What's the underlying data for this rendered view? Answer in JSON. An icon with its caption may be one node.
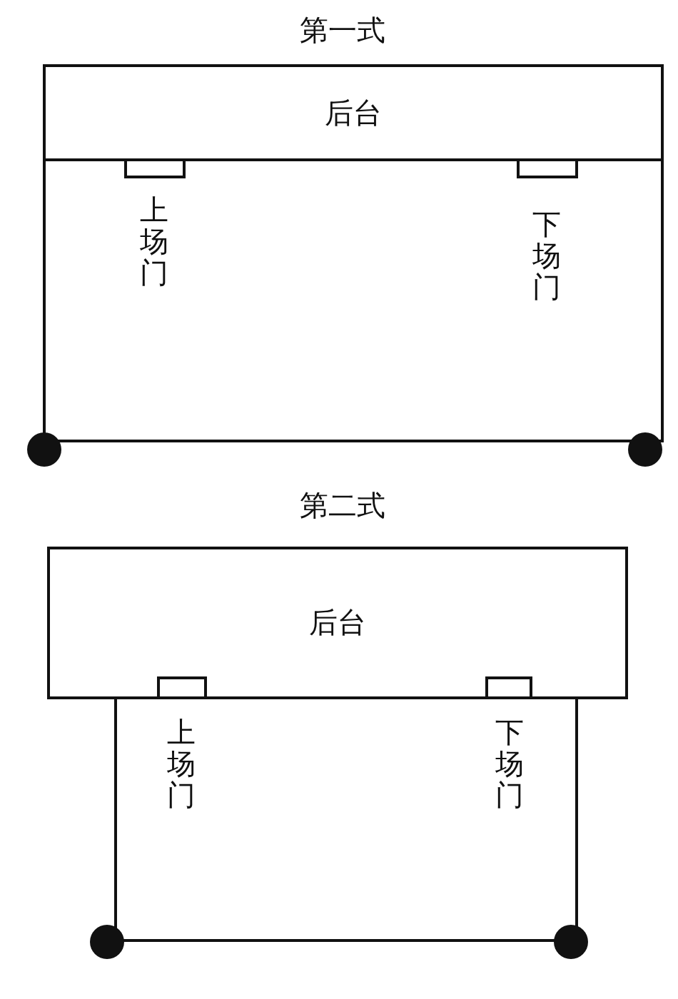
{
  "diagram": {
    "nodes": [
      {
        "text": [
          "后台"
        ]
      },
      {
        "text": [],
        "shape": "box"
      },
      {
        "text": [],
        "shape": "box",
        "in": 1
      },
      {
        "text": [],
        "shape": "box",
        "in": 1
      },
      {
        "text": [],
        "shape": "circle"
      },
      {
        "text": [],
        "shape": "circle"
      },
      {
        "text": [
          "后台"
        ]
      },
      {
        "text": [],
        "shape": "box"
      },
      {
        "text": [],
        "shape": "box",
        "in": 6
      },
      {
        "text": [],
        "shape": "box",
        "in": 6
      },
      {
        "text": [],
        "shape": "circle"
      },
      {
        "text": [],
        "shape": "circle"
      }
    ],
    "labels": [
      "第一式",
      "上场门",
      "下场门",
      "第二式",
      "上场门",
      "下场门"
    ]
  }
}
